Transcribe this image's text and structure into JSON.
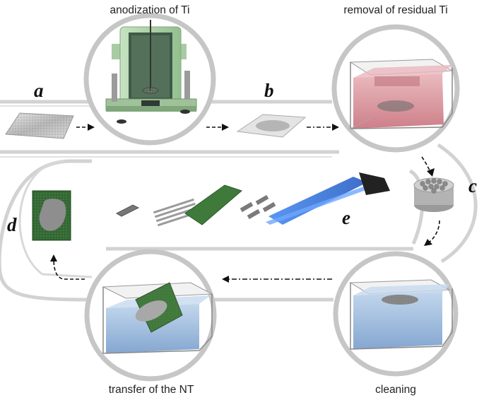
{
  "labels": {
    "anodization": "anodization of Ti",
    "removal": "removal of residual Ti",
    "cleaning": "cleaning",
    "transfer": "transfer of the NT"
  },
  "letters": {
    "a": "a",
    "b": "b",
    "c": "c",
    "d": "d",
    "e": "e"
  },
  "colors": {
    "track": "#cfcfcf",
    "circle_border": "#c8c8c8",
    "pink_liquid": "#d9939b",
    "blue_liquid": "#8fb3d9",
    "cell_green": "#b9d6b6",
    "pcb_green": "#3f7a3a",
    "ribbon_blue": "#3d7fe0"
  }
}
